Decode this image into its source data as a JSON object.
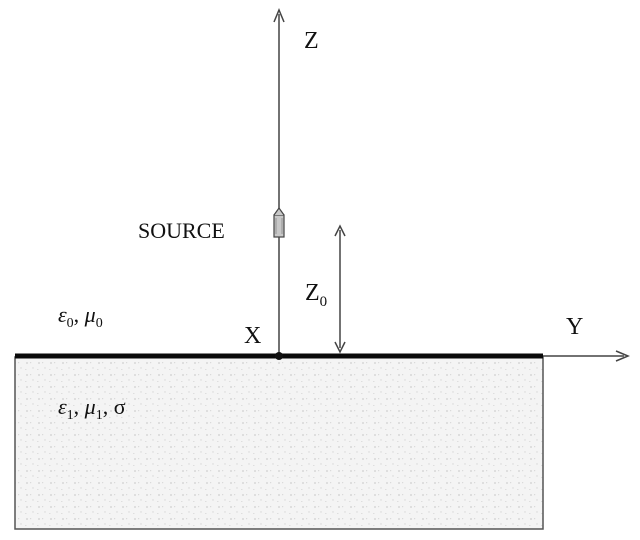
{
  "axes": {
    "z_label": "Z",
    "y_label": "Y",
    "x_label": "X"
  },
  "source": {
    "label": "SOURCE",
    "height_label": "Z",
    "height_subscript": "0"
  },
  "upper_medium": {
    "eps_symbol": "ε",
    "eps_subscript": "0",
    "separator": ", ",
    "mu_symbol": "μ",
    "mu_subscript": "0"
  },
  "lower_medium": {
    "eps_symbol": "ε",
    "eps_subscript": "1",
    "separator": ", ",
    "mu_symbol": "μ",
    "mu_subscript": "1",
    "separator2": ", ",
    "sigma_symbol": "σ"
  },
  "colors": {
    "line": "#444444",
    "interface": "#0a0a0a",
    "ground_fill": "#f4f4f4",
    "ground_dots": "#cfcfcf",
    "source_fill": "#c8c8c8"
  }
}
